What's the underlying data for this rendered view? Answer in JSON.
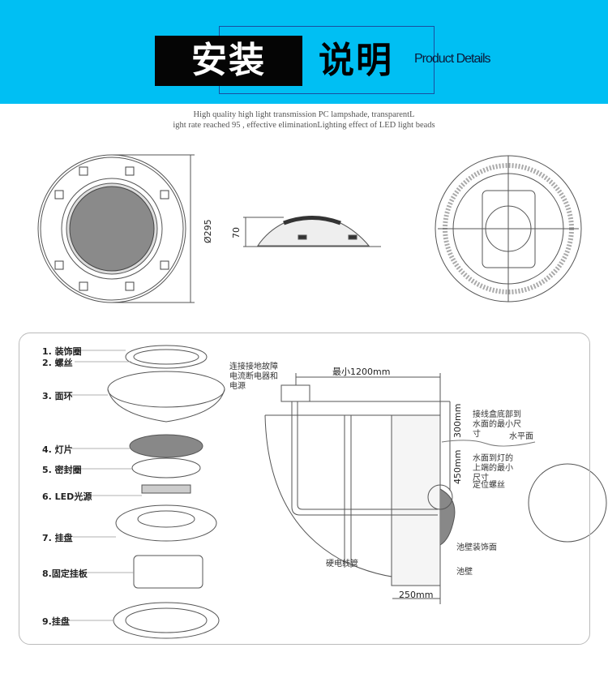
{
  "header": {
    "title_part1": "安装",
    "title_part2": "说明",
    "subtitle": "Product Details",
    "bg_color": "#00bff3"
  },
  "caption": {
    "line1": "High quality high light transmission PC lampshade, transparentL",
    "line2": "ight rate reached 95 , effective eliminationLighting effect of LED light beads"
  },
  "dimensions": {
    "diameter": "Ø295",
    "height": "70"
  },
  "parts": [
    {
      "label": "1. 装饰圈"
    },
    {
      "label": "2. 螺丝"
    },
    {
      "label": "3. 面环"
    },
    {
      "label": "4. 灯片"
    },
    {
      "label": "5. 密封圈"
    },
    {
      "label": "6. LED光源"
    },
    {
      "label": "7. 挂盘"
    },
    {
      "label": "8.固定挂板"
    },
    {
      "label": "9.挂盘"
    }
  ],
  "install": {
    "power_note": "连接接地故障电流断电器和电源",
    "min_distance": "最小1200mm",
    "d300": "300mm",
    "d300_note": "接线盒底部到水面的最小尺寸",
    "water_level": "水平面",
    "d450": "450mm",
    "d450_note": "水面到灯的上端的最小尺寸",
    "screw": "定位螺丝",
    "wall_face": "池壁装饰面",
    "conduit": "硬电线管",
    "wall": "池壁",
    "d250": "250mm"
  }
}
